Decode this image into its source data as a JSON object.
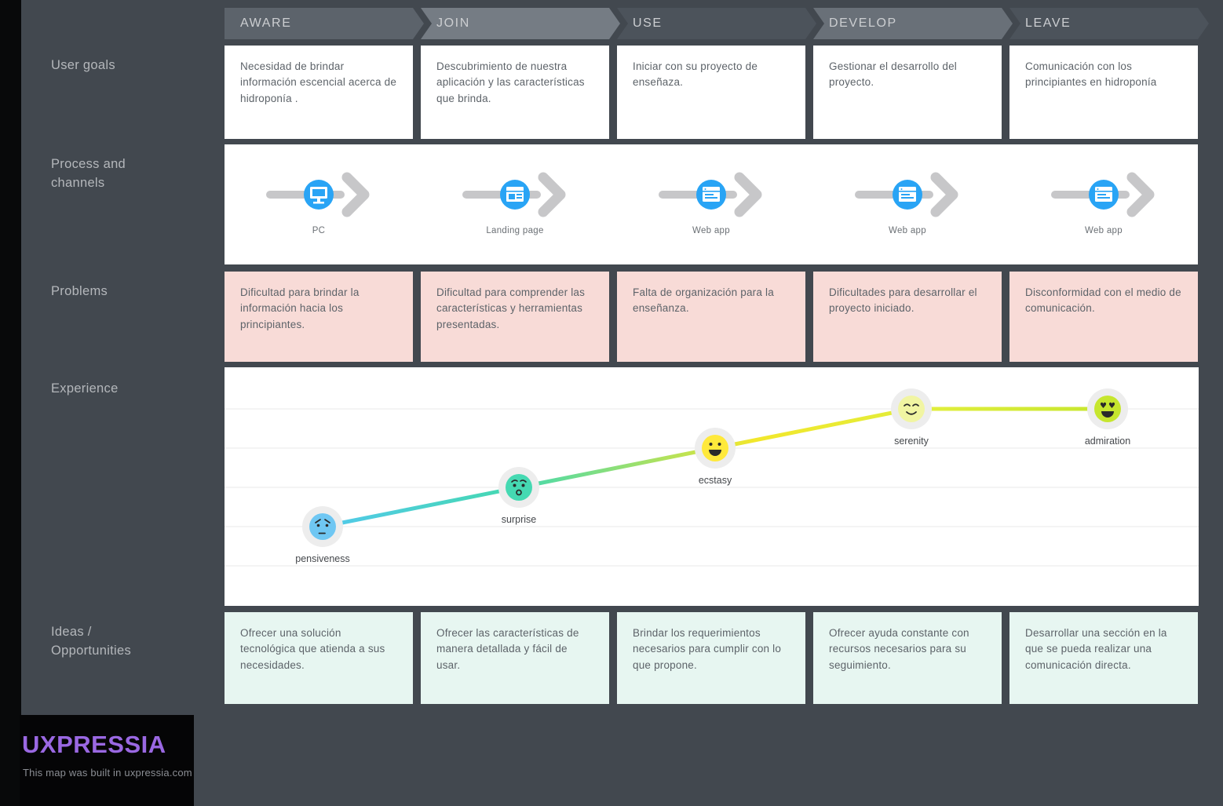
{
  "app": {
    "background": "#42484f",
    "accent_blue": "#29a4f5"
  },
  "sidebar": {
    "rows": [
      {
        "label": "User goals"
      },
      {
        "label": "Process and channels"
      },
      {
        "label": "Problems"
      },
      {
        "label": "Experience"
      },
      {
        "label": "Ideas / Opportunities"
      }
    ]
  },
  "stages": [
    {
      "label": "AWARE",
      "color": "#5c636b"
    },
    {
      "label": "JOIN",
      "color": "#757c84"
    },
    {
      "label": "USE",
      "color": "#4c535b"
    },
    {
      "label": "DEVELOP",
      "color": "#697078"
    },
    {
      "label": "LEAVE",
      "color": "#4c535b"
    }
  ],
  "user_goals": [
    "Necesidad de brindar información escencial acerca de hidroponía .",
    "Descubrimiento de nuestra aplicación y las características que brinda.",
    "Iniciar con su proyecto de enseñaza.",
    "Gestionar el desarrollo del proyecto.",
    "Comunicación con los principiantes en hidroponía"
  ],
  "channels": [
    {
      "label": "PC",
      "icon": "monitor-icon"
    },
    {
      "label": "Landing page",
      "icon": "browser-icon"
    },
    {
      "label": "Web app",
      "icon": "browser-icon"
    },
    {
      "label": "Web app",
      "icon": "browser-icon"
    },
    {
      "label": "Web app",
      "icon": "browser-icon"
    }
  ],
  "problems": [
    "Dificultad para brindar la información hacia los principiantes.",
    "Dificultad para comprender las características y herramientas presentadas.",
    "Falta de organización para la enseñanza.",
    "Dificultades para desarrollar el proyecto iniciado.",
    "Disconformidad con el medio de comunicación."
  ],
  "chart_data": {
    "type": "line",
    "title": "Experience",
    "x": [
      "AWARE",
      "JOIN",
      "USE",
      "DEVELOP",
      "LEAVE"
    ],
    "points": [
      {
        "stage": "AWARE",
        "emotion": "pensiveness",
        "level": 2,
        "color": "#6fc7f3"
      },
      {
        "stage": "JOIN",
        "emotion": "surprise",
        "level": 3,
        "color": "#45d9b2"
      },
      {
        "stage": "USE",
        "emotion": "ecstasy",
        "level": 4,
        "color": "#ffe93b"
      },
      {
        "stage": "DEVELOP",
        "emotion": "serenity",
        "level": 5,
        "color": "#f1f5a2"
      },
      {
        "stage": "LEAVE",
        "emotion": "admiration",
        "level": 5,
        "color": "#c6e62e"
      }
    ],
    "ylim": [
      0,
      6
    ],
    "grid": true,
    "legend": "none",
    "line_gradient": [
      "#52c9ec",
      "#45d9ae",
      "#f2e72c",
      "#c6e62e"
    ]
  },
  "ideas": [
    "Ofrecer una solución tecnológica que atienda a sus necesidades.",
    "Ofrecer las características de manera detallada y fácil de usar.",
    "Brindar los requerimientos necesarios para cumplir con lo que propone.",
    "Ofrecer ayuda constante con recursos necesarios para su seguimiento.",
    "Desarrollar una sección en la que se pueda realizar una comunicación directa."
  ],
  "footer": {
    "logo": "UXPRESSIA",
    "logo_color": "#9a68e2",
    "tagline": "This map was built in uxpressia.com"
  }
}
